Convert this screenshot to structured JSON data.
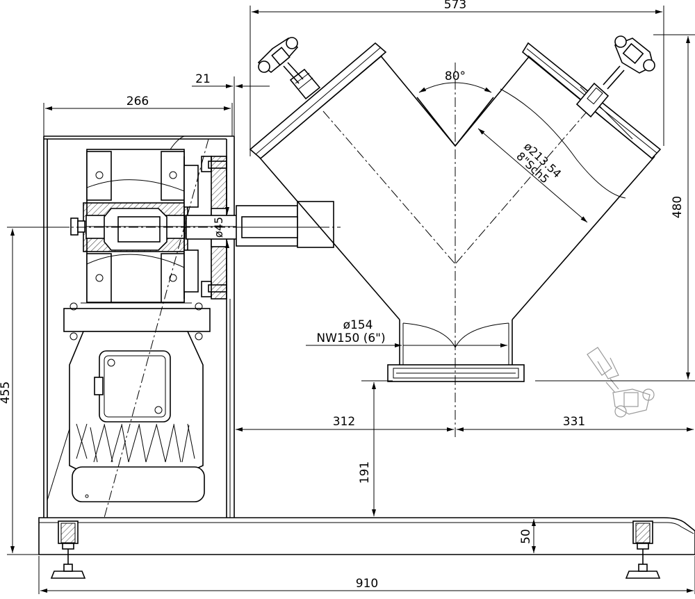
{
  "drawing": {
    "dimensions": {
      "overall_top_width": "573",
      "offset_21": "21",
      "frame_width": "266",
      "height_480": "480",
      "height_455": "455",
      "angle": "80°",
      "pipe_diameter": "ø213.54",
      "pipe_schedule": "8\"Sch5",
      "shaft_diameter": "ø45",
      "outlet_diameter": "ø154",
      "outlet_nominal": "NW150 (6\")",
      "left_span": "312",
      "right_span": "331",
      "clearance_191": "191",
      "base_50": "50",
      "overall_base_width": "910"
    }
  }
}
